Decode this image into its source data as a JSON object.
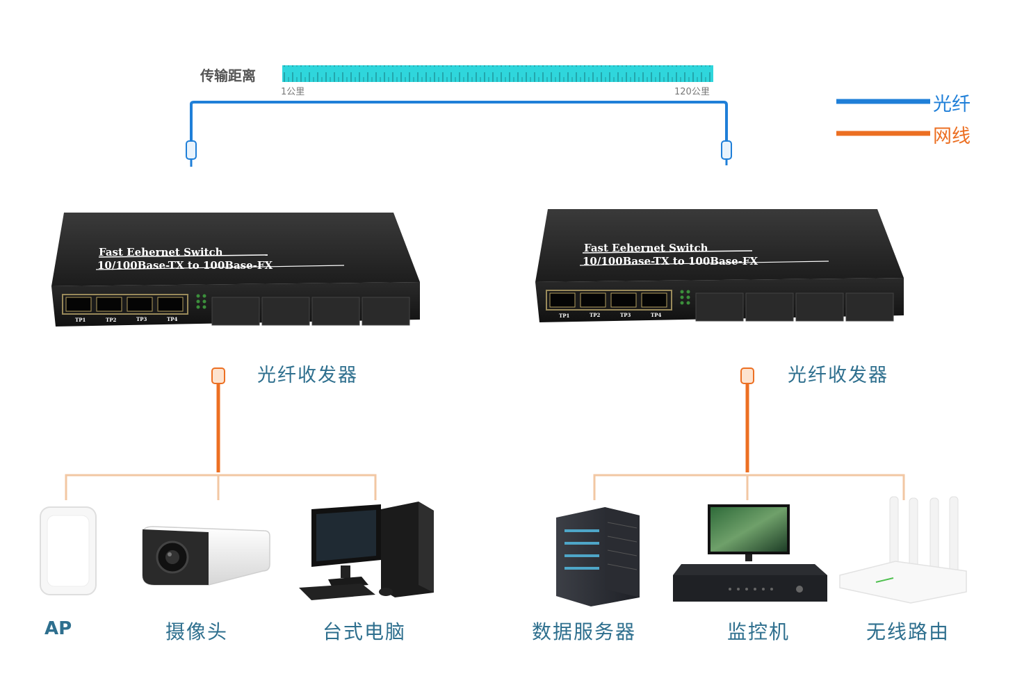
{
  "distance": {
    "label": "传输距离",
    "start": "1公里",
    "end": "120公里"
  },
  "legend": [
    {
      "label": "光纤",
      "color": "#1f7fd8"
    },
    {
      "label": "网线",
      "color": "#ec6f22"
    }
  ],
  "switch": {
    "line1": "Fast Eehernet Switch",
    "line2": "10/100Base-TX to 100Base-FX",
    "ports": [
      "TP1",
      "TP2",
      "TP3",
      "TP4"
    ],
    "caption": "光纤收发器"
  },
  "left_devices": [
    {
      "label": "AP",
      "icon": "access-point-icon"
    },
    {
      "label": "摄像头",
      "icon": "camera-icon"
    },
    {
      "label": "台式电脑",
      "icon": "desktop-computer-icon"
    }
  ],
  "right_devices": [
    {
      "label": "数据服务器",
      "icon": "server-icon"
    },
    {
      "label": "监控机",
      "icon": "nvr-monitor-icon"
    },
    {
      "label": "无线路由",
      "icon": "wifi-router-icon"
    }
  ],
  "colors": {
    "fiber": "#1f7fd8",
    "ethernet": "#ec6f22",
    "ruler": "#2fd6dc",
    "branch": "#f2c7a3",
    "label": "#2e6f8e"
  }
}
